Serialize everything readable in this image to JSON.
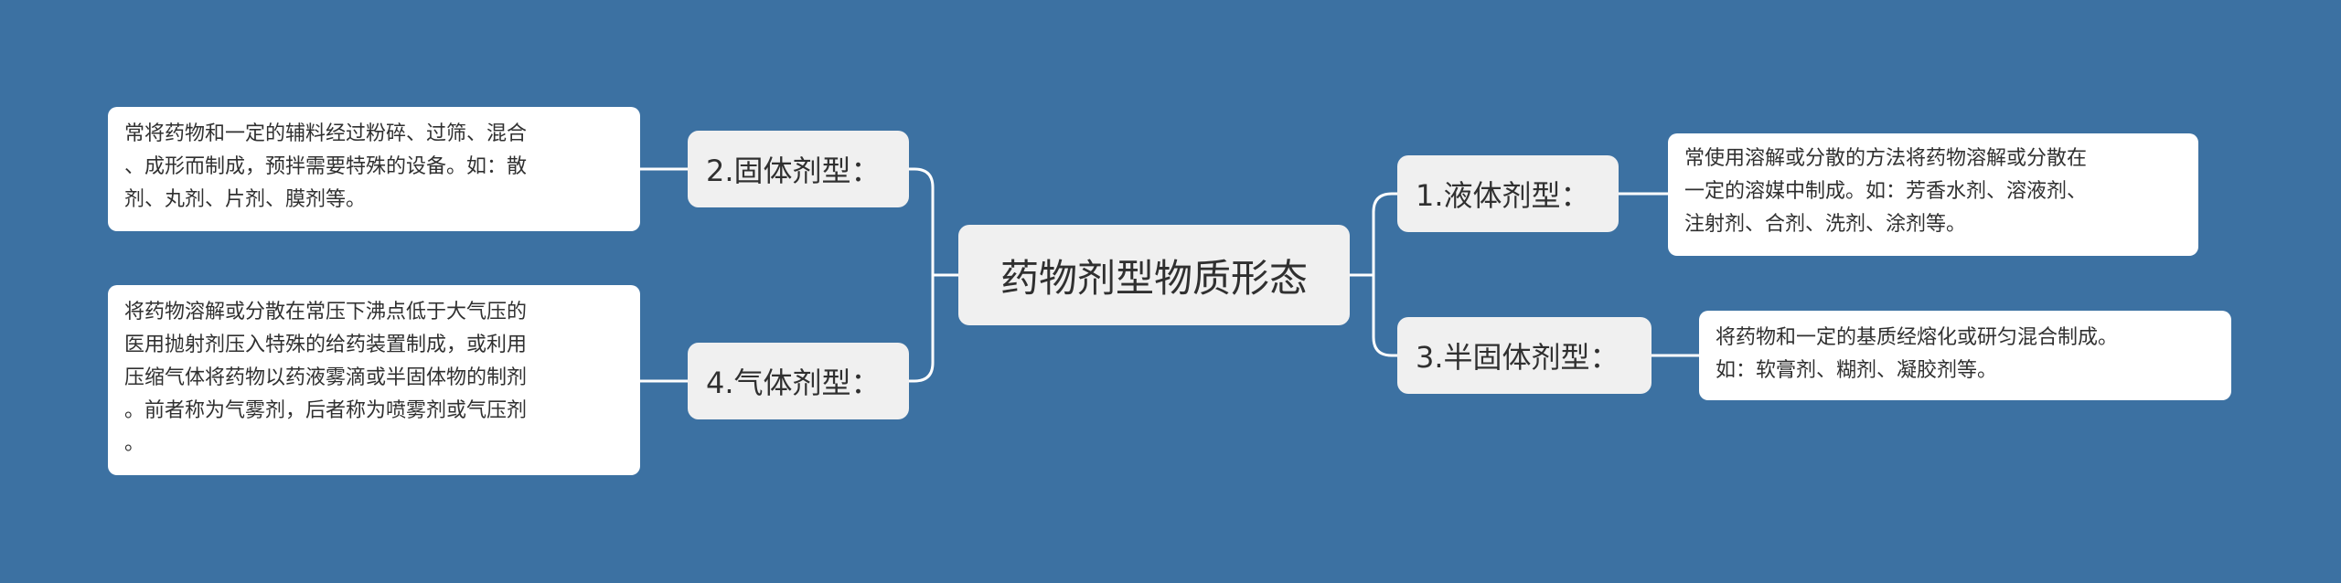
{
  "root": {
    "title": "药物剂型物质形态"
  },
  "branches": [
    {
      "label": "2.固体剂型：",
      "description_lines": [
        "常将药物和一定的辅料经过粉碎、过筛、混合",
        "、成形而制成，预拌需要特殊的设备。如：散",
        "剂、丸剂、片剂、膜剂等。"
      ]
    },
    {
      "label": "4.气体剂型：",
      "description_lines": [
        "将药物溶解或分散在常压下沸点低于大气压的",
        "医用抛射剂压入特殊的给药装置制成，或利用",
        "压缩气体将药物以药液雾滴或半固体物的制剂",
        "。前者称为气雾剂，后者称为喷雾剂或气压剂",
        "。"
      ]
    },
    {
      "label": "1.液体剂型：",
      "description_lines": [
        "常使用溶解或分散的方法将药物溶解或分散在",
        "一定的溶媒中制成。如：芳香水剂、溶液剂、",
        "注射剂、合剂、洗剂、涂剂等。"
      ]
    },
    {
      "label": "3.半固体剂型：",
      "description_lines": [
        "将药物和一定的基质经熔化或研匀混合制成。",
        "如：软膏剂、糊剂、凝胶剂等。"
      ]
    }
  ],
  "colors": {
    "background": "#3c71a2",
    "connector": "#ffffff",
    "branch_fill": "#f0f0f0",
    "leaf_fill": "#ffffff",
    "text": "#303030"
  }
}
